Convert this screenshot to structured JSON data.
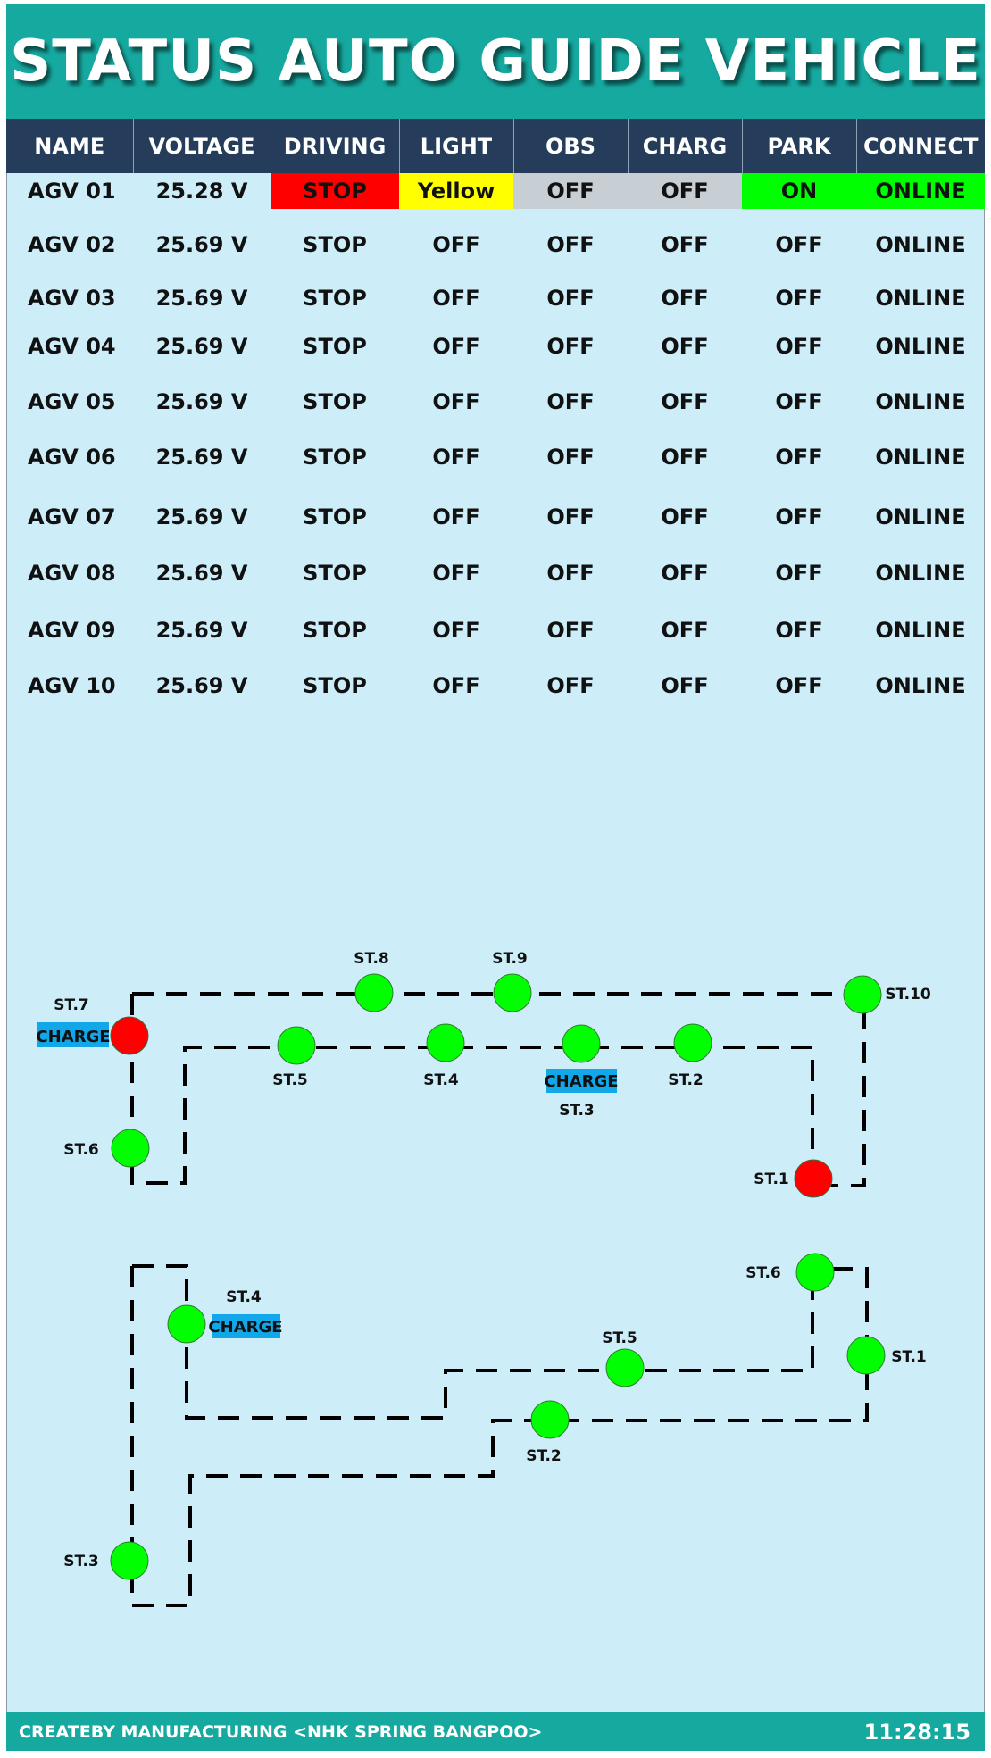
{
  "title": "STATUS AUTO GUIDE VEHICLE",
  "columns": [
    "NAME",
    "VOLTAGE",
    "DRIVING",
    "LIGHT",
    "OBS",
    "CHARG",
    "PARK",
    "CONNECT"
  ],
  "rows": [
    [
      "AGV 01",
      "25.28 V",
      "STOP",
      "Yellow",
      "OFF",
      "OFF",
      "ON",
      "ONLINE"
    ],
    [
      "AGV 02",
      "25.69 V",
      "STOP",
      "OFF",
      "OFF",
      "OFF",
      "OFF",
      "ONLINE"
    ],
    [
      "AGV 03",
      "25.69 V",
      "STOP",
      "OFF",
      "OFF",
      "OFF",
      "OFF",
      "ONLINE"
    ],
    [
      "AGV 04",
      "25.69 V",
      "STOP",
      "OFF",
      "OFF",
      "OFF",
      "OFF",
      "ONLINE"
    ],
    [
      "AGV 05",
      "25.69 V",
      "STOP",
      "OFF",
      "OFF",
      "OFF",
      "OFF",
      "ONLINE"
    ],
    [
      "AGV 06",
      "25.69 V",
      "STOP",
      "OFF",
      "OFF",
      "OFF",
      "OFF",
      "ONLINE"
    ],
    [
      "AGV 07",
      "25.69 V",
      "STOP",
      "OFF",
      "OFF",
      "OFF",
      "OFF",
      "ONLINE"
    ],
    [
      "AGV 08",
      "25.69 V",
      "STOP",
      "OFF",
      "OFF",
      "OFF",
      "OFF",
      "ONLINE"
    ],
    [
      "AGV 09",
      "25.69 V",
      "STOP",
      "OFF",
      "OFF",
      "OFF",
      "OFF",
      "ONLINE"
    ],
    [
      "AGV 10",
      "25.69 V",
      "STOP",
      "OFF",
      "OFF",
      "OFF",
      "OFF",
      "ONLINE"
    ]
  ],
  "map1": {
    "stations": [
      {
        "label": "ST.1",
        "status": "red"
      },
      {
        "label": "ST.2",
        "status": "green"
      },
      {
        "label": "ST.3",
        "status": "green"
      },
      {
        "label": "ST.4",
        "status": "green"
      },
      {
        "label": "ST.5",
        "status": "green"
      },
      {
        "label": "ST.6",
        "status": "green"
      },
      {
        "label": "ST.7",
        "status": "red"
      },
      {
        "label": "ST.8",
        "status": "green"
      },
      {
        "label": "ST.9",
        "status": "green"
      },
      {
        "label": "ST.10",
        "status": "green"
      }
    ],
    "charge_labels": [
      "CHARGE",
      "CHARGE"
    ]
  },
  "map2": {
    "stations": [
      {
        "label": "ST.1",
        "status": "green"
      },
      {
        "label": "ST.2",
        "status": "green"
      },
      {
        "label": "ST.3",
        "status": "green"
      },
      {
        "label": "ST.4",
        "status": "green"
      },
      {
        "label": "ST.5",
        "status": "green"
      },
      {
        "label": "ST.6",
        "status": "green"
      }
    ],
    "charge_labels": [
      "CHARGE"
    ]
  },
  "colors": {
    "title_bg": "#16a9a0",
    "header_bg": "#253d5b",
    "panel_bg": "#cdeef9",
    "status_red": "#ff0000",
    "status_green": "#00ff00",
    "status_yellow": "#ffff00",
    "status_gray": "#c8cfd4",
    "charge_badge": "#11a7e8"
  },
  "footer": {
    "left": "CREATEBY MANUFACTURING <NHK SPRING BANGPOO>",
    "time": "11:28:15"
  }
}
